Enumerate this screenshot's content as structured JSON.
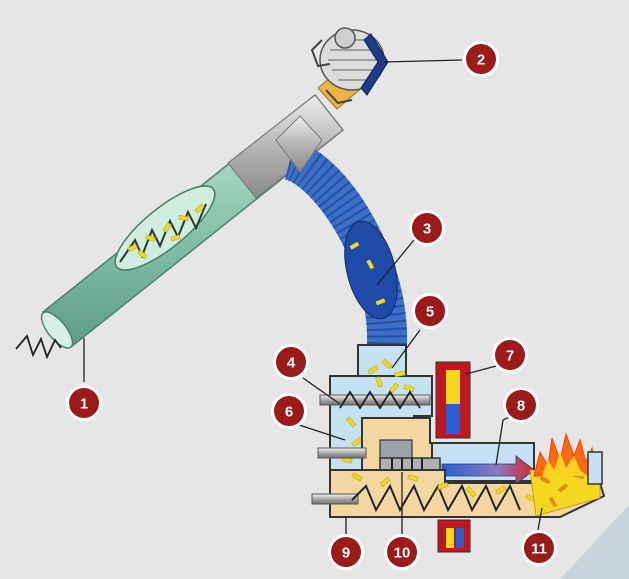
{
  "colors": {
    "background": "#e6e6e6",
    "corner_accent": "#c8d4dc",
    "callout_circle": "#9b1a1a",
    "callout_text": "#ffffff",
    "auger_tube": "#8fc9b2",
    "hose": "#3b6fc9",
    "pipe": "#b5b5b5",
    "hopper": "#c6e2f2",
    "housing": "#f3d6a2",
    "pellet": "#f2d91e",
    "flame": "#ff6a10",
    "heat_red": "#c0161c",
    "heat_blue": "#2b5fd0"
  },
  "callouts": [
    {
      "id": "1",
      "label": "1"
    },
    {
      "id": "2",
      "label": "2"
    },
    {
      "id": "3",
      "label": "3"
    },
    {
      "id": "4",
      "label": "4"
    },
    {
      "id": "5",
      "label": "5"
    },
    {
      "id": "6",
      "label": "6"
    },
    {
      "id": "7",
      "label": "7"
    },
    {
      "id": "8",
      "label": "8"
    },
    {
      "id": "9",
      "label": "9"
    },
    {
      "id": "10",
      "label": "10"
    },
    {
      "id": "11",
      "label": "11"
    }
  ]
}
